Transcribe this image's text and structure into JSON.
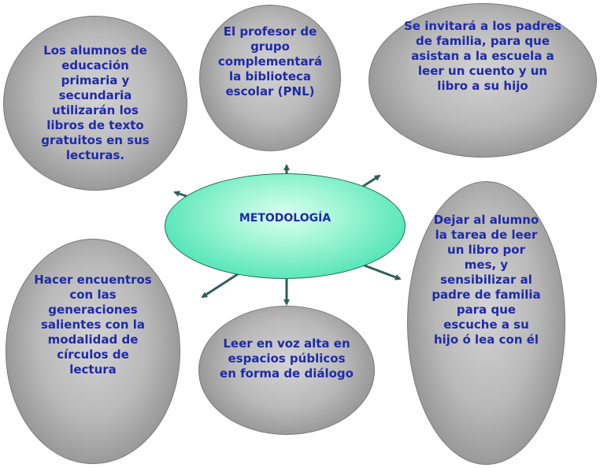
{
  "center": {
    "label": "METODOLOGÍA"
  },
  "nodes": {
    "libros_texto": "Los alumnos de educación primaria y secundaria utilizarán los libros de texto gratuitos en sus lecturas.",
    "profesor": "El profesor de grupo complementará la biblioteca escolar (PNL)",
    "padres": "Se invitará a los padres de familia, para que asistan a la escuela a leer un cuento y un libro a su hijo",
    "encuentros": "Hacer encuentros con las generaciones salientes con la modalidad de círculos de lectura",
    "voz_alta": "Leer en voz alta en espacios públicos en forma de diálogo",
    "tarea": "Dejar al alumno la tarea de leer un libro por mes, y sensibilizar al padre de familia para que escuche a su hijo ó lea con él"
  },
  "colors": {
    "text": "#1f2aa8",
    "arrow": "#2f5f5a",
    "center_fill": "#55e5b6",
    "node_fill": "#b9b9b9"
  }
}
